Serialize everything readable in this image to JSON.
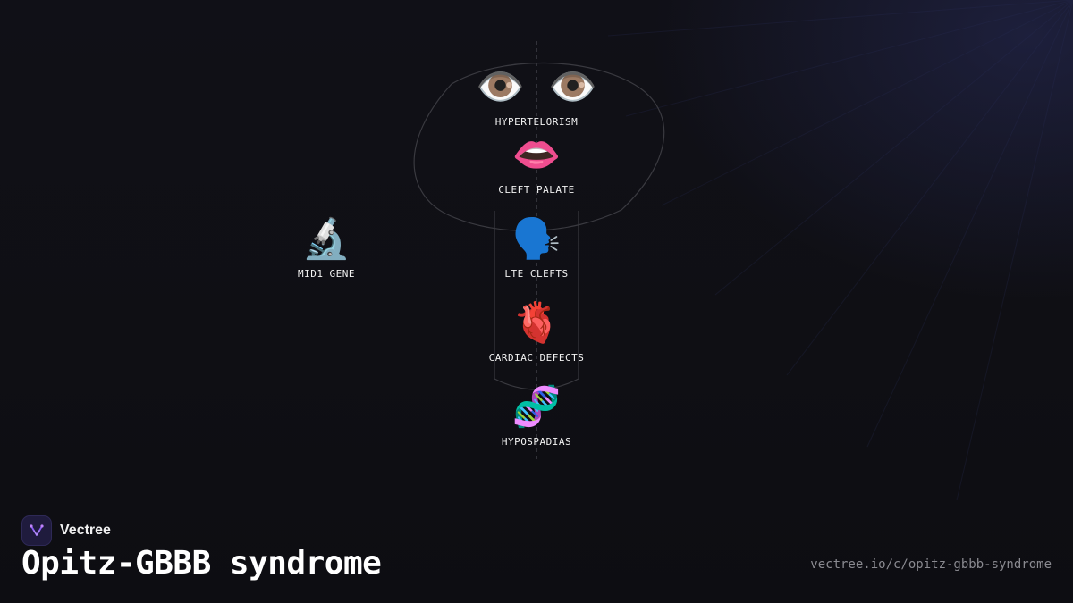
{
  "brand": {
    "name": "Vectree",
    "logo_icon": "vectree-logo-icon",
    "accent": "#8b5cf6"
  },
  "page": {
    "title": "Opitz-GBBB syndrome",
    "url": "vectree.io/c/opitz-gbbb-syndrome"
  },
  "diagram": {
    "nodes": [
      {
        "key": "hypertelorism",
        "label": "HYPERTELORISM",
        "icon": "eyes-icon",
        "emoji": "👁️"
      },
      {
        "key": "cleft-palate",
        "label": "CLEFT PALATE",
        "icon": "lips-icon",
        "emoji": "👄"
      },
      {
        "key": "mid1-gene",
        "label": "MID1 GENE",
        "icon": "microscope-icon",
        "emoji": "🔬"
      },
      {
        "key": "lte-clefts",
        "label": "LTE CLEFTS",
        "icon": "speaking-head-icon",
        "emoji": "🗣️"
      },
      {
        "key": "cardiac-defects",
        "label": "CARDIAC DEFECTS",
        "icon": "anatomical-heart-icon",
        "emoji": "🫀"
      },
      {
        "key": "hypospadias",
        "label": "HYPOSPADIAS",
        "icon": "dna-icon",
        "emoji": "🧬"
      }
    ],
    "colors": {
      "outline": "#3a3a40",
      "axis": "#4a4a52",
      "label": "#f2f2f2"
    }
  }
}
